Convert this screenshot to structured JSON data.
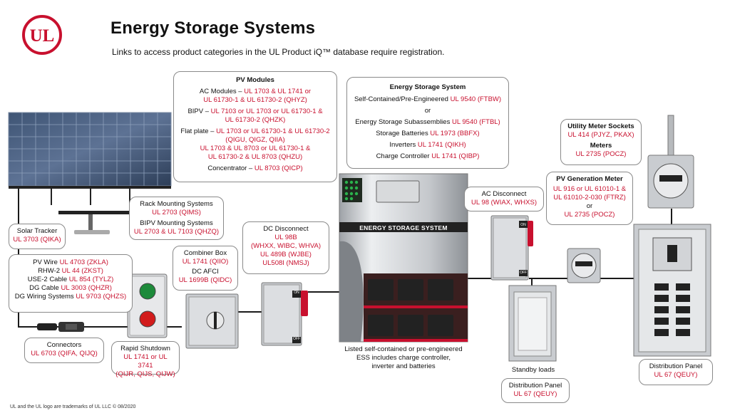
{
  "header": {
    "logo_text": "UL",
    "title": "Energy Storage Systems",
    "subtitle": "Links to access product categories in the UL Product iQ™ database require registration."
  },
  "colors": {
    "brand_red": "#c8102e",
    "box_border": "#8a8a8a",
    "panel_bg": "#c9ccd0"
  },
  "pv_modules": {
    "heading": "PV Modules",
    "ac_label": "AC Modules – ",
    "ac_val1": "UL 1703 & UL 1741 or",
    "ac_val2": "UL 61730-1 & UL 61730-2 (QHYZ)",
    "bipv_label": "BIPV – ",
    "bipv_val1": "UL 7103 or UL 1703 or UL 61730-1 &",
    "bipv_val2": "UL 61730-2 (QHZK)",
    "flat_label": "Flat plate – ",
    "flat_val1": "UL 1703 or UL 61730-1 & UL 61730-2",
    "flat_val2": "(QIGU, QIGZ, QIIA)",
    "flat_val3": "UL 1703 & UL 8703 or UL 61730-1 &",
    "flat_val4": "UL 61730-2 & UL 8703 (QHZU)",
    "conc_label": "Concentrator – ",
    "conc_val": "UL 8703 (QICP)"
  },
  "ess": {
    "heading": "Energy Storage System",
    "l1_label": "Self-Contained/Pre-Engineered ",
    "l1_val": "UL 9540 (FTBW)",
    "or": "or",
    "l2_label": "Energy Storage Subassemblies ",
    "l2_val": "UL 9540 (FTBL)",
    "l3_label": "Storage Batteries ",
    "l3_val": "UL 1973 (BBFX)",
    "l4_label": "Inverters ",
    "l4_val": "UL 1741 (QIKH)",
    "l5_label": "Charge Controller ",
    "l5_val": "UL 1741 (QIBP)",
    "cabinet_label": "ENERGY STORAGE SYSTEM",
    "caption1": "Listed self-contained or pre-engineered",
    "caption2": "ESS includes charge controller,",
    "caption3": "inverter and batteries"
  },
  "meter_sockets": {
    "heading": "Utility Meter Sockets",
    "val": "UL 414 (PJYZ, PKAX)",
    "meters_heading": "Meters",
    "meters_val": "UL 2735 (POCZ)"
  },
  "pv_gen_meter": {
    "heading": "PV Generation Meter",
    "val1": "UL 916 or UL 61010-1 &",
    "val2": "UL 61010-2-030 (FTRZ)",
    "or": "or",
    "val3": "UL 2735 (POCZ)"
  },
  "ac_disconnect": {
    "heading": "AC Disconnect",
    "val": "UL 98 (WIAX, WHXS)",
    "on": "ON",
    "off": "OFF"
  },
  "rack": {
    "heading": "Rack Mounting Systems",
    "val": "UL 2703 (QIMS)",
    "bipv_heading": "BIPV Mounting Systems",
    "bipv_val": "UL 2703 & UL 7103 (QHZQ)"
  },
  "dc_disconnect": {
    "heading": "DC Disconnect",
    "val1": "UL 98B",
    "val2": "(WHXX, WIBC, WHVA)",
    "val3": "UL 489B (WJBE)",
    "val4": "UL508I (NMSJ)",
    "on": "ON",
    "off": "OFF"
  },
  "solar_tracker": {
    "heading": "Solar Tracker",
    "val": "UL 3703 (QIKA)"
  },
  "wires": {
    "w1_label": "PV Wire ",
    "w1_val": "UL 4703 (ZKLA)",
    "w2_label": "RHW-2 ",
    "w2_val": "UL 44 (ZKST)",
    "w3_label": "USE-2 Cable ",
    "w3_val": "UL 854 (TYLZ)",
    "w4_label": "DG Cable ",
    "w4_val": "UL 3003 (QHZR)",
    "w5_label": "DG Wiring Systems ",
    "w5_val": "UL 9703 (QHZS)"
  },
  "combiner": {
    "heading": "Combiner Box",
    "val": "UL 1741 (QIIO)",
    "afci_heading": "DC AFCI",
    "afci_val": "UL 1699B (QIDC)"
  },
  "connectors": {
    "heading": "Connectors",
    "val": "UL 6703 (QIFA, QIJQ)"
  },
  "rapid_shutdown": {
    "heading": "Rapid Shutdown",
    "val1": "UL 1741 or UL 3741",
    "val2": "(QIJR, QIJS, QIJW)"
  },
  "standby": {
    "caption": "Standby loads",
    "heading": "Distribution Panel",
    "val": "UL 67 (QEUY)"
  },
  "distribution_panel": {
    "heading": "Distribution Panel",
    "val": "UL 67 (QEUY)"
  },
  "footer": "UL and the UL logo are trademarks of UL LLC © 08/2020"
}
